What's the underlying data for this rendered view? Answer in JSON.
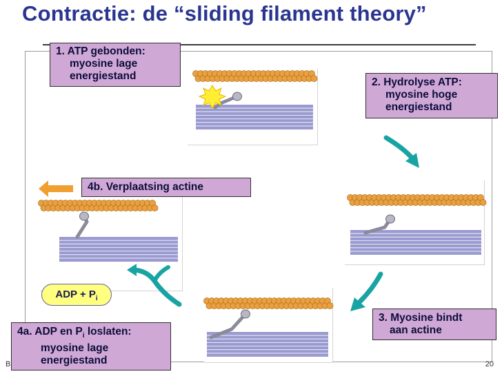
{
  "slide": {
    "title": "Contractie: de “sliding filament theory”",
    "footer_left": "B",
    "page_number": "20"
  },
  "steps": {
    "step1": {
      "lines": [
        "1. ATP gebonden:",
        "myosine lage",
        "energiestand"
      ]
    },
    "step2": {
      "lines": [
        "2. Hydrolyse ATP:",
        "myosine hoge",
        "energiestand"
      ]
    },
    "step3": {
      "lines": [
        "3. Myosine bindt",
        "aan actine"
      ]
    },
    "step4a": {
      "line1_prefix": "4a. ADP en P",
      "line1_sub": "i",
      "line1_suffix": " loslaten:",
      "lines": [
        "myosine lage",
        "energiestand"
      ]
    },
    "step4b": {
      "label": "4b. Verplaatsing actine"
    }
  },
  "products": {
    "prefix": "ADP + P",
    "sub": "i"
  },
  "colors": {
    "title": "#2a3590",
    "label_bg": "#cfa8d6",
    "arrow_teal": "#1aa3a3",
    "arrow_orange": "#f0a030",
    "actin_bead": "#e8a040",
    "myosine_filament": "#9a9ad0",
    "atp_burst": "#ffee33",
    "adp_bg": "#ffff80"
  },
  "icons": [
    "atp-burst-icon",
    "teal-cycle-arrow-icon",
    "orange-left-arrow-icon"
  ]
}
